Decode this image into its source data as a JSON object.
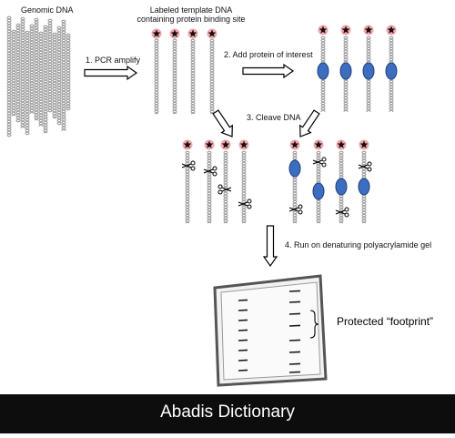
{
  "labels": {
    "genomic": "Genomic DNA",
    "template_line1": "Labeled template DNA",
    "template_line2": "containing protein binding site",
    "step1": "1. PCR amplify",
    "step2": "2. Add protein of interest",
    "step3": "3. Cleave DNA",
    "step4": "4. Run on denaturing polyacrylamide gel",
    "footprint": "Protected “footprint”"
  },
  "banner": {
    "text": "Abadis Dictionary"
  },
  "colors": {
    "dna": "#9a9a9a",
    "label_star": "#1a0d0d",
    "label_halo": "#e06070",
    "protein": "#3d6dbf",
    "protein_stroke": "#1f3f7a",
    "gel_fill": "#f2f2f2",
    "gel_frame": "#555555",
    "band": "#1a1a1a",
    "banner_bg": "#0d0d0d",
    "banner_text": "#ffffff"
  }
}
